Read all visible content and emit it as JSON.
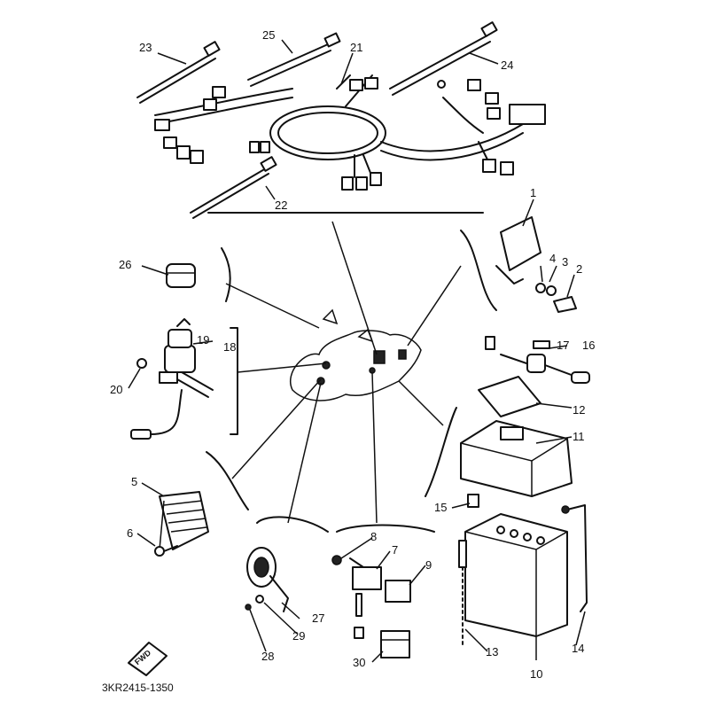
{
  "diagram": {
    "code": "3KR2415-1350",
    "fwd_label": "FWD",
    "parts": {
      "p1": "1",
      "p2": "2",
      "p3": "3",
      "p4": "4",
      "p5": "5",
      "p6": "6",
      "p7": "7",
      "p8": "8",
      "p9": "9",
      "p10": "10",
      "p11": "11",
      "p12": "12",
      "p13": "13",
      "p14": "14",
      "p15": "15",
      "p16": "16",
      "p17": "17",
      "p18": "18",
      "p19": "19",
      "p20": "20",
      "p21": "21",
      "p22": "22",
      "p23": "23",
      "p24": "24",
      "p25": "25",
      "p26": "26",
      "p27": "27",
      "p28": "28",
      "p29": "29",
      "p30": "30"
    }
  }
}
